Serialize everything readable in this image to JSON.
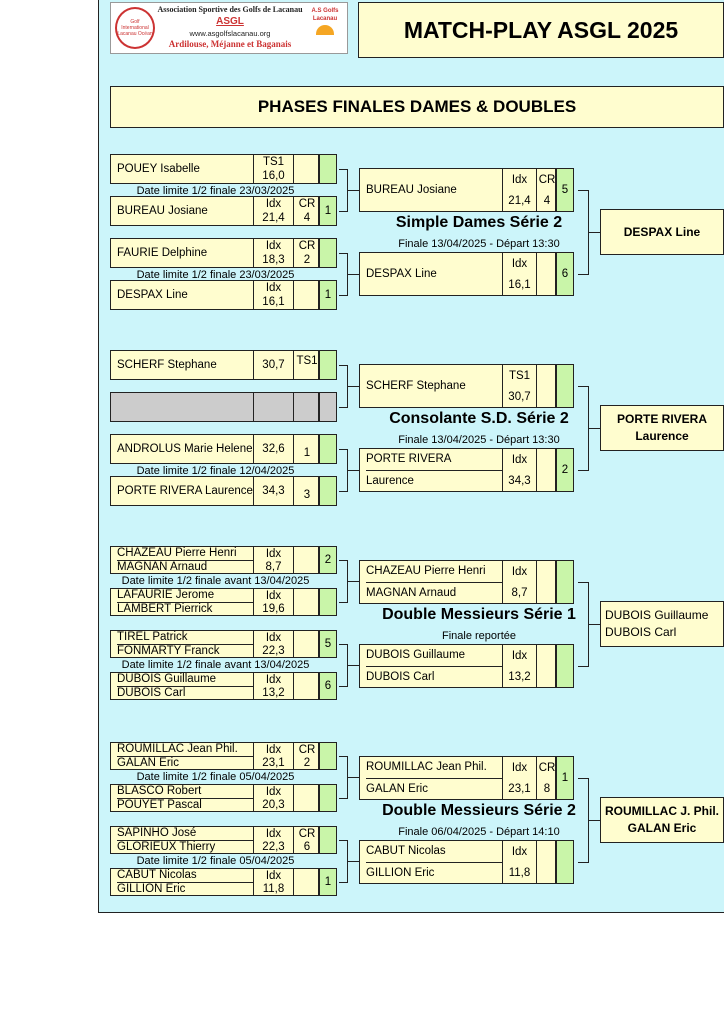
{
  "header": {
    "association": "Association Sportive des Golfs de Lacanau",
    "asgl": "ASGL",
    "website": "www.asgolfslacanau.org",
    "courses": "Ardilouse, Méjanne et Baganais",
    "logo_left_text": "Golf International Lacanau Océan",
    "logo_right_text": "A.S Golfs Lacanau",
    "title": "MATCH-PLAY ASGL 2025",
    "subtitle": "PHASES FINALES DAMES & DOUBLES"
  },
  "sections": [
    {
      "title": "Simple Dames Série 2",
      "final_info": "Finale 13/04/2025 - Départ 13:30",
      "winner": [
        "DESPAX Line"
      ],
      "semis": [
        {
          "caption": "Date limite 1/2 finale 23/03/2025",
          "p1": {
            "names": [
              "POUEY  Isabelle"
            ],
            "idx_label": "TS1",
            "idx": "16,0",
            "cr_label": "",
            "cr": "",
            "score": ""
          },
          "p2": {
            "names": [
              "BUREAU  Josiane"
            ],
            "idx_label": "Idx",
            "idx": "21,4",
            "cr_label": "CR",
            "cr": "4",
            "score": "1"
          }
        },
        {
          "caption": "Date limite 1/2 finale 23/03/2025",
          "p1": {
            "names": [
              "FAURIE  Delphine"
            ],
            "idx_label": "Idx",
            "idx": "18,3",
            "cr_label": "CR",
            "cr": "2",
            "score": ""
          },
          "p2": {
            "names": [
              "DESPAX  Line"
            ],
            "idx_label": "Idx",
            "idx": "16,1",
            "cr_label": "",
            "cr": "",
            "score": "1"
          }
        }
      ],
      "finalists": [
        {
          "names": [
            "BUREAU  Josiane"
          ],
          "idx_label": "Idx",
          "idx": "21,4",
          "cr_label": "CR",
          "cr": "4",
          "score": "5"
        },
        {
          "names": [
            "DESPAX  Line"
          ],
          "idx_label": "Idx",
          "idx": "16,1",
          "cr_label": "",
          "cr": "",
          "score": "6"
        }
      ]
    },
    {
      "title": "Consolante S.D. Série 2",
      "final_info": "Finale 13/04/2025 - Départ 13:30",
      "winner": [
        "PORTE RIVERA",
        "Laurence"
      ],
      "semis": [
        {
          "caption": "",
          "p1": {
            "names": [
              "SCHERF  Stephane"
            ],
            "idx_label": "",
            "idx": "30,7",
            "cr_label": "TS1",
            "cr": "",
            "score": ""
          },
          "p2": {
            "names": [],
            "idx_label": "",
            "idx": "",
            "cr_label": "",
            "cr": "",
            "score": "",
            "blank": true
          }
        },
        {
          "caption": "Date limite 1/2 finale 12/04/2025",
          "p1": {
            "names": [
              "ANDROLUS  Marie Helene"
            ],
            "idx_label": "",
            "idx": "32,6",
            "cr_label": "",
            "cr": "1",
            "score": ""
          },
          "p2": {
            "names": [
              "PORTE RIVERA  Laurence"
            ],
            "idx_label": "",
            "idx": "34,3",
            "cr_label": "",
            "cr": "3",
            "score": ""
          }
        }
      ],
      "finalists": [
        {
          "names": [
            "SCHERF  Stephane"
          ],
          "idx_label": "TS1",
          "idx": "30,7",
          "cr_label": "",
          "cr": "",
          "score": ""
        },
        {
          "names": [
            "PORTE RIVERA",
            "Laurence"
          ],
          "idx_label": "Idx",
          "idx": "34,3",
          "cr_label": "",
          "cr": "",
          "score": "2"
        }
      ]
    },
    {
      "title": "Double Messieurs Série 1",
      "final_info": "Finale reportée",
      "winner": [
        "DUBOIS  Guillaume",
        "DUBOIS  Carl"
      ],
      "semis": [
        {
          "caption": "Date limite 1/2 finale  avant 13/04/2025",
          "p1": {
            "names": [
              "CHAZEAU  Pierre Henri",
              "MAGNAN  Arnaud"
            ],
            "idx_label": "Idx",
            "idx": "8,7",
            "cr_label": "",
            "cr": "",
            "score": "2"
          },
          "p2": {
            "names": [
              "LAFAURIE  Jerome",
              "LAMBERT  Pierrick"
            ],
            "idx_label": "Idx",
            "idx": "19,6",
            "cr_label": "",
            "cr": "",
            "score": ""
          }
        },
        {
          "caption": "Date limite 1/2 finale avant 13/04/2025",
          "p1": {
            "names": [
              "TIREL  Patrick",
              "FONMARTY  Franck"
            ],
            "idx_label": "Idx",
            "idx": "22,3",
            "cr_label": "",
            "cr": "",
            "score": "5"
          },
          "p2": {
            "names": [
              "DUBOIS  Guillaume",
              "DUBOIS  Carl"
            ],
            "idx_label": "Idx",
            "idx": "13,2",
            "cr_label": "",
            "cr": "",
            "score": "6"
          }
        }
      ],
      "finalists": [
        {
          "names": [
            "CHAZEAU  Pierre Henri",
            "MAGNAN  Arnaud"
          ],
          "idx_label": "Idx",
          "idx": "8,7",
          "cr_label": "",
          "cr": "",
          "score": ""
        },
        {
          "names": [
            "DUBOIS  Guillaume",
            "DUBOIS  Carl"
          ],
          "idx_label": "Idx",
          "idx": "13,2",
          "cr_label": "",
          "cr": "",
          "score": ""
        }
      ]
    },
    {
      "title": "Double Messieurs Série 2",
      "final_info": "Finale 06/04/2025 - Départ 14:10",
      "winner": [
        "ROUMILLAC  J. Phil.",
        "GALAN  Eric"
      ],
      "semis": [
        {
          "caption": "Date limite 1/2 finale 05/04/2025",
          "p1": {
            "names": [
              "ROUMILLAC  Jean Phil.",
              "GALAN  Eric"
            ],
            "idx_label": "Idx",
            "idx": "23,1",
            "cr_label": "CR",
            "cr": "2",
            "score": ""
          },
          "p2": {
            "names": [
              "BLASCO  Robert",
              "POUYET  Pascal"
            ],
            "idx_label": "Idx",
            "idx": "20,3",
            "cr_label": "",
            "cr": "",
            "score": ""
          }
        },
        {
          "caption": "Date limite 1/2 finale 05/04/2025",
          "p1": {
            "names": [
              "SAPINHO  José",
              "GLORIEUX  Thierry"
            ],
            "idx_label": "Idx",
            "idx": "22,3",
            "cr_label": "CR",
            "cr": "6",
            "score": ""
          },
          "p2": {
            "names": [
              "CABUT  Nicolas",
              "GILLION  Eric"
            ],
            "idx_label": "Idx",
            "idx": "11,8",
            "cr_label": "",
            "cr": "",
            "score": "1"
          }
        }
      ],
      "finalists": [
        {
          "names": [
            "ROUMILLAC  Jean Phil.",
            "GALAN  Eric"
          ],
          "idx_label": "Idx",
          "idx": "23,1",
          "cr_label": "CR",
          "cr": "8",
          "score": "1"
        },
        {
          "names": [
            "CABUT  Nicolas",
            "GILLION  Eric"
          ],
          "idx_label": "Idx",
          "idx": "11,8",
          "cr_label": "",
          "cr": "",
          "score": ""
        }
      ]
    }
  ],
  "colors": {
    "sheet": "#ccf5fa",
    "box": "#fffdcf",
    "score": "#c9f5a9",
    "blank": "#cccccc"
  }
}
